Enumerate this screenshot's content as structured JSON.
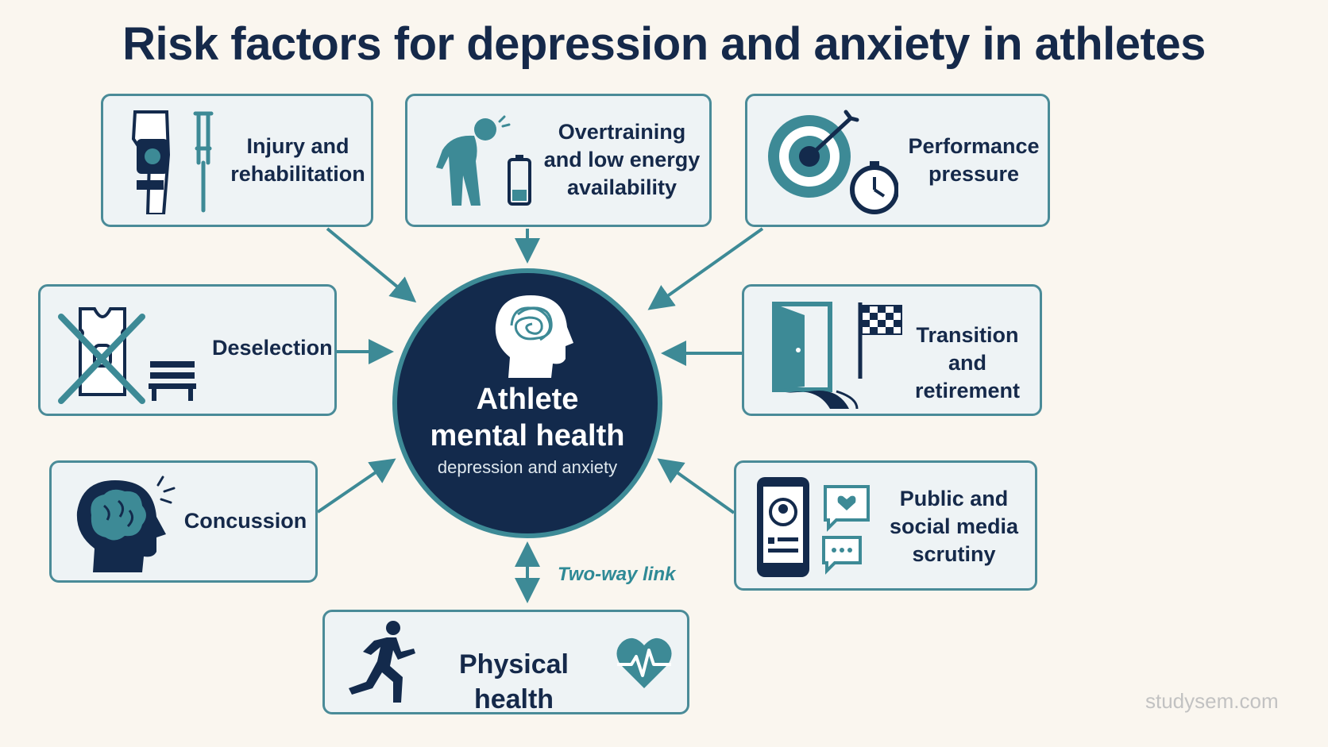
{
  "title": "Risk factors for depression and anxiety in athletes",
  "center": {
    "title": "Athlete\nmental health",
    "subtitle": "depression and anxiety"
  },
  "factors": [
    {
      "id": "injury",
      "label": "Injury and\nrehabilitation",
      "icon": "knee-brace-crutch-icon"
    },
    {
      "id": "overtraining",
      "label": "Overtraining\nand low energy\navailability",
      "icon": "tired-athlete-low-battery-icon"
    },
    {
      "id": "performance",
      "label": "Performance\npressure",
      "icon": "target-stopwatch-icon"
    },
    {
      "id": "deselection",
      "label": "Deselection",
      "icon": "crossed-jersey-bench-icon"
    },
    {
      "id": "transition",
      "label": "Transition and\nretirement",
      "icon": "door-checkered-flag-icon"
    },
    {
      "id": "concussion",
      "label": "Concussion",
      "icon": "head-brain-icon"
    },
    {
      "id": "public",
      "label": "Public and\nsocial media\nscrutiny",
      "icon": "phone-chat-icon"
    },
    {
      "id": "physical",
      "label": "Physical health",
      "icon": "runner-heart-icon"
    }
  ],
  "link_label": "Two-way link",
  "watermark": "studysem.com",
  "colors": {
    "navy": "#132a4c",
    "teal": "#3d8a96",
    "card_bg": "#eef3f5",
    "page_bg": "#faf6ef"
  }
}
